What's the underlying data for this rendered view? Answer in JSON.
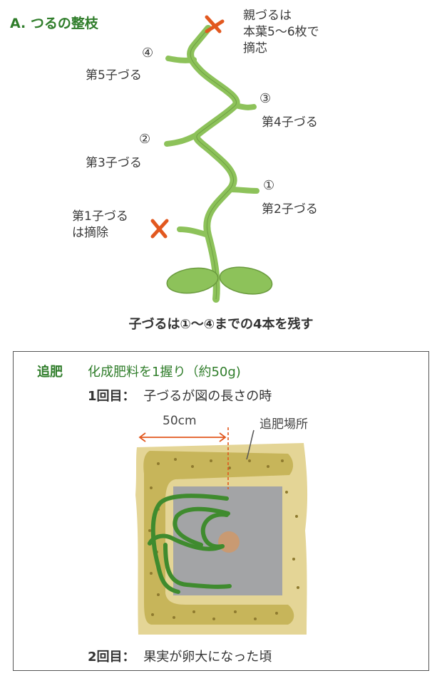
{
  "section_a": {
    "title": "A. つるの整枝",
    "labels": {
      "oya_line1": "親づるは",
      "oya_line2": "本葉5〜6枚で",
      "oya_line3": "摘芯",
      "num4": "④",
      "ko5": "第5子づる",
      "num3": "③",
      "ko4": "第4子づる",
      "num2": "②",
      "ko3": "第3子づる",
      "num1": "①",
      "ko2": "第2子づる",
      "ko1_line1": "第1子づる",
      "ko1_line2": "は摘除"
    },
    "caption": "子づるは①〜④までの4本を残す"
  },
  "fertilizer": {
    "title": "追肥",
    "amount": "化成肥料を1握り（約50g)",
    "step1_label": "1回目：",
    "step1_text": "子づるが図の長さの時",
    "dimension": "50cm",
    "place_label": "追肥場所",
    "step2_label": "2回目：",
    "step2_text": "果実が卵大になった頃"
  },
  "colors": {
    "vine": "#8dc25a",
    "vine_dark": "#3f8b2e",
    "cut_mark": "#e2581f",
    "soil": "#e4d596",
    "fert_band": "#c7b55a",
    "mulch": "#a3a4a6",
    "melon": "#c99a72"
  }
}
